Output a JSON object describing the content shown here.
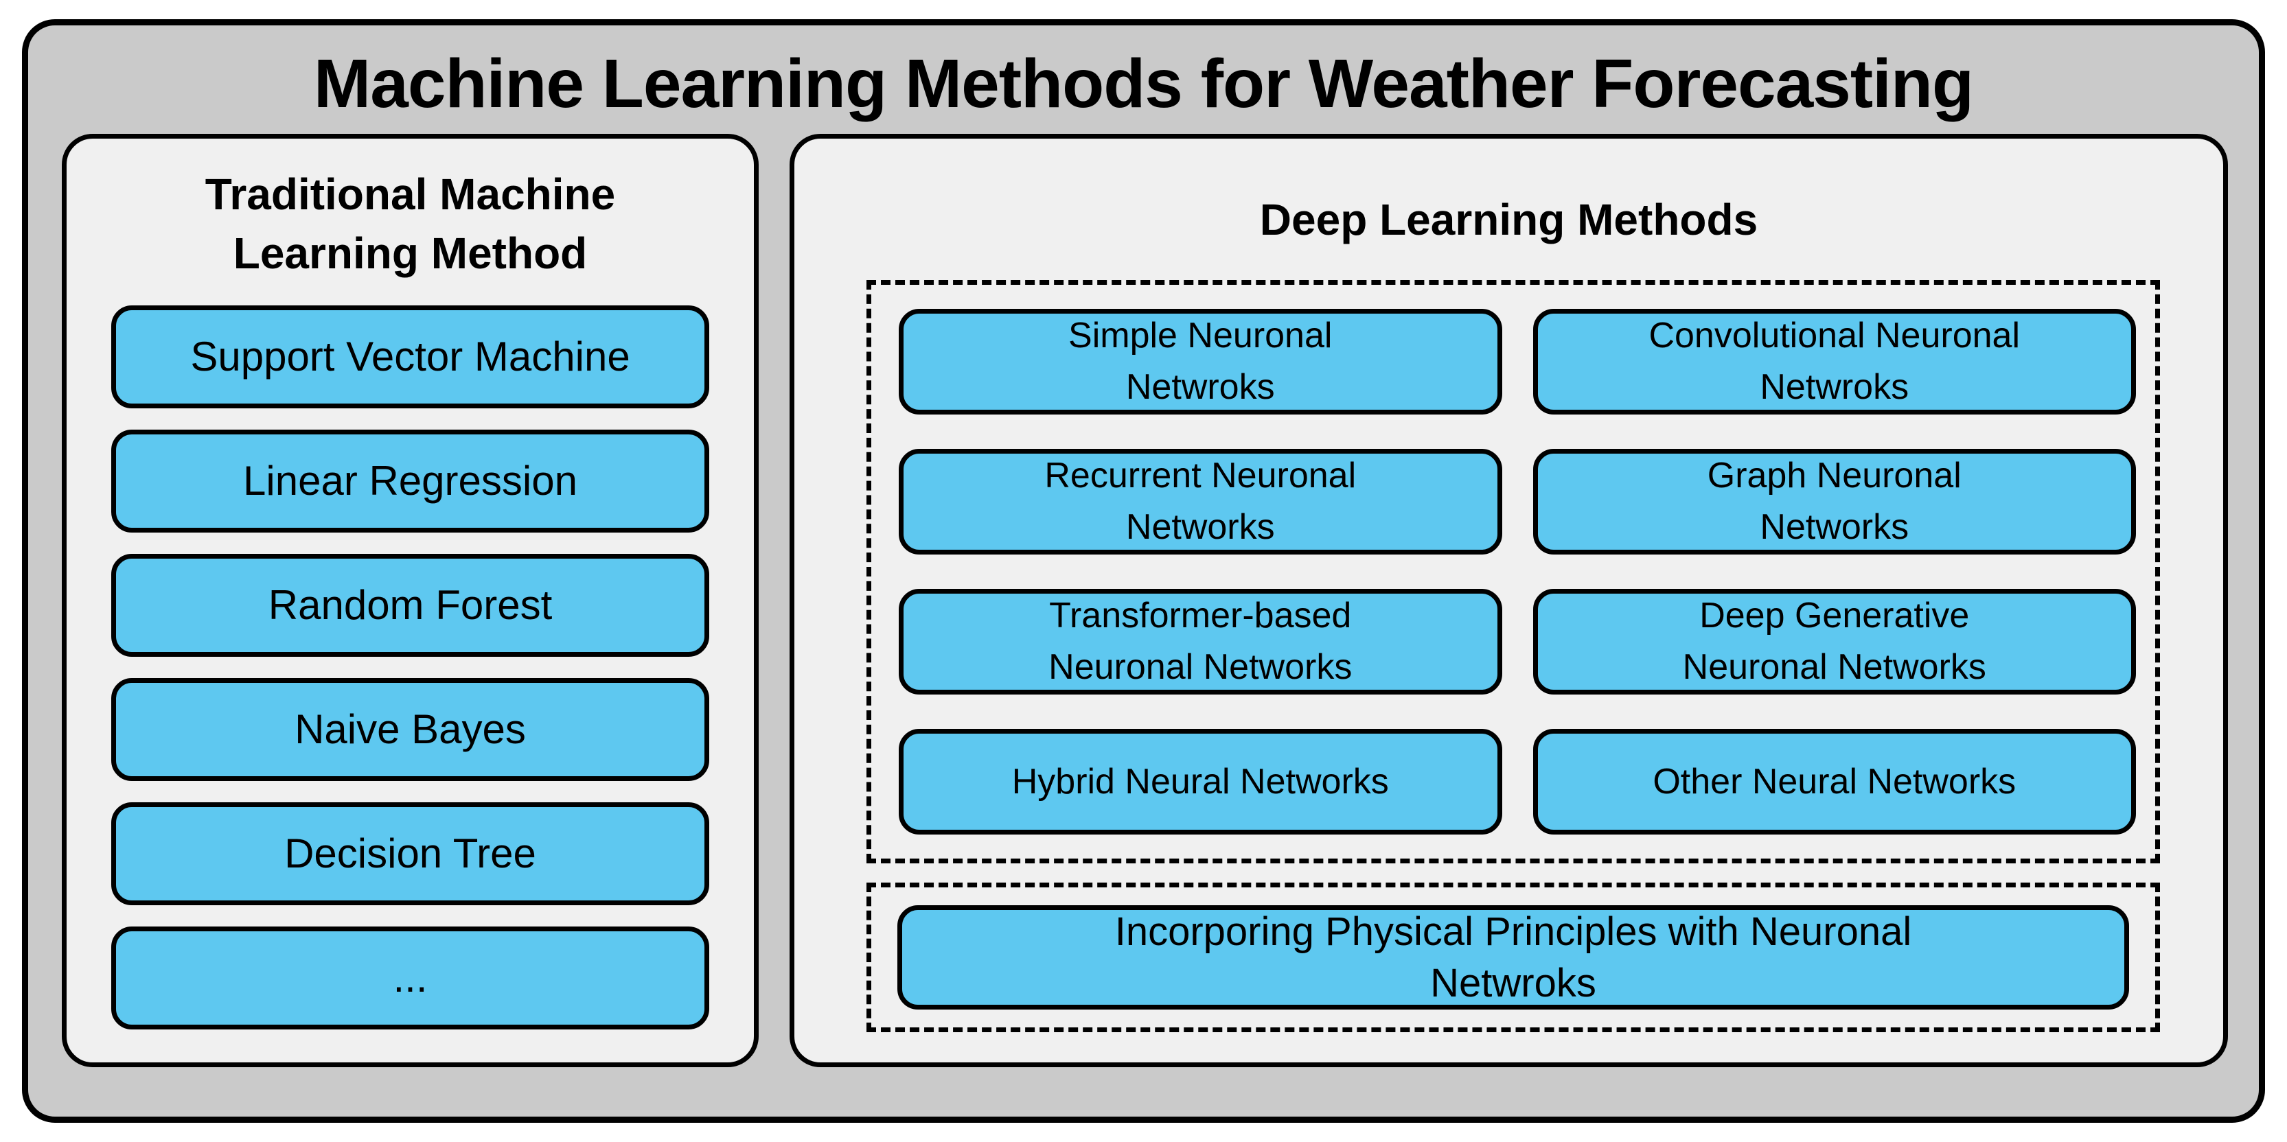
{
  "title": "Machine Learning Methods for Weather Forecasting",
  "colors": {
    "outer_background": "#cacaca",
    "panel_background": "#f0f0f0",
    "box_fill": "#5ec8f0",
    "border": "#000000"
  },
  "left_panel": {
    "title": "Traditional Machine\nLearning Method",
    "items": [
      "Support Vector Machine",
      "Linear Regression",
      "Random Forest",
      "Naive Bayes",
      "Decision Tree",
      "..."
    ]
  },
  "right_panel": {
    "title": "Deep Learning Methods",
    "grid_items": [
      "Simple Neuronal\nNetwroks",
      "Convolutional Neuronal\nNetwroks",
      "Recurrent Neuronal\nNetworks",
      "Graph Neuronal\nNetworks",
      "Transformer-based\nNeuronal Networks",
      "Deep Generative\nNeuronal Networks",
      "Hybrid Neural Networks",
      "Other Neural Networks"
    ],
    "bottom_item": "Incorporing Physical Principles with Neuronal\nNetwroks"
  }
}
